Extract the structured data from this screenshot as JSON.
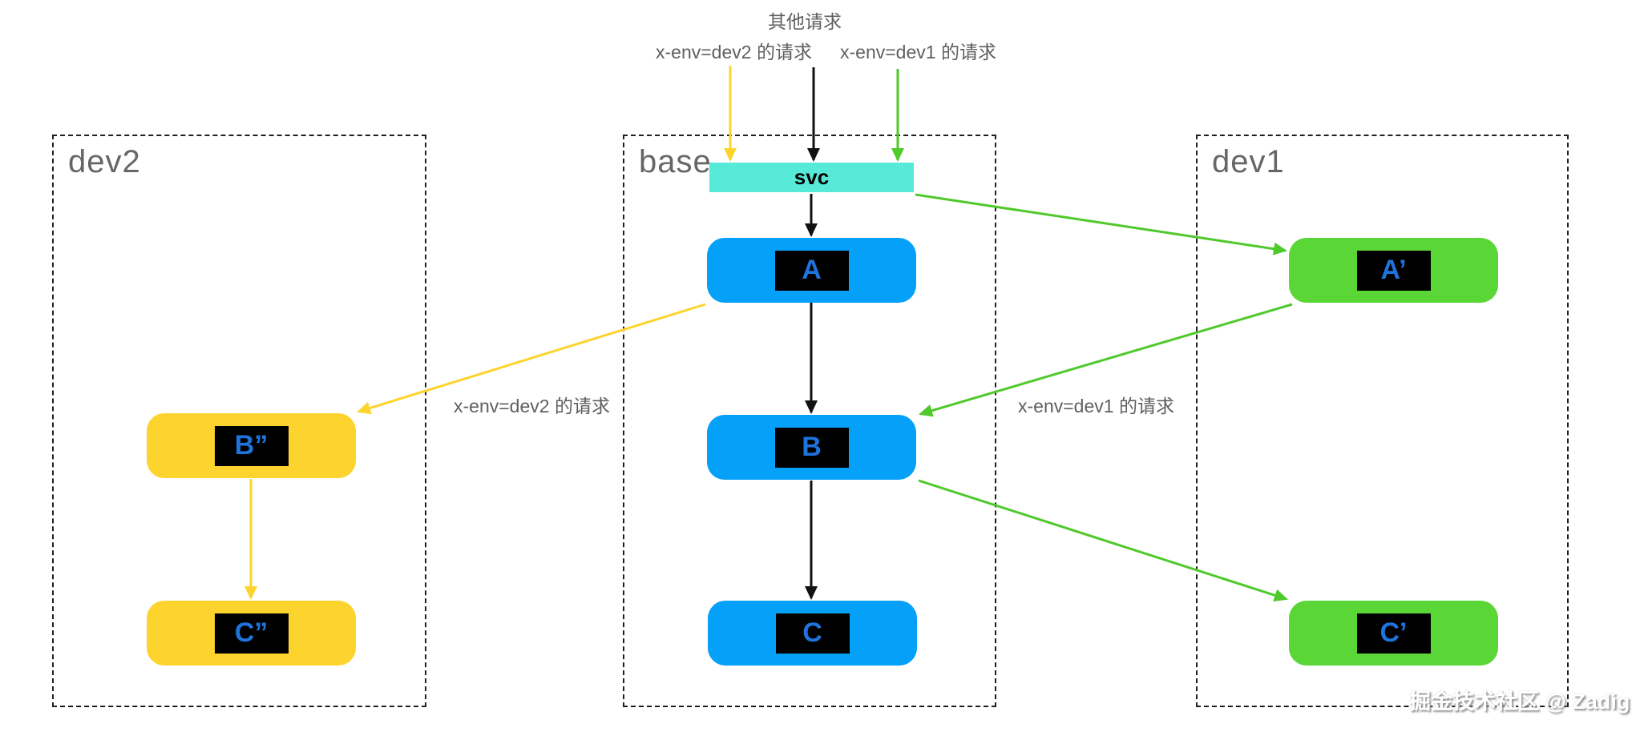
{
  "diagram": {
    "labels": {
      "other_requests": "其他请求",
      "dev2_request_top": "x-env=dev2 的请求",
      "dev1_request_top": "x-env=dev1 的请求",
      "dev2_request_mid": "x-env=dev2 的请求",
      "dev1_request_mid": "x-env=dev1 的请求"
    },
    "environments": {
      "dev2": {
        "label": "dev2"
      },
      "base": {
        "label": "base"
      },
      "dev1": {
        "label": "dev1"
      }
    },
    "nodes": {
      "svc": {
        "label": "svc"
      },
      "a": {
        "label": "A"
      },
      "b": {
        "label": "B"
      },
      "c": {
        "label": "C"
      },
      "a_prime": {
        "label": "A’"
      },
      "c_prime": {
        "label": "C’"
      },
      "b_double_prime": {
        "label": "B”"
      },
      "c_double_prime": {
        "label": "C”"
      }
    },
    "edges": [
      {
        "from": "x-env=dev2 请求",
        "to": "svc",
        "color": "yellow"
      },
      {
        "from": "其他请求",
        "to": "svc",
        "color": "black"
      },
      {
        "from": "x-env=dev1 请求",
        "to": "svc",
        "color": "green"
      },
      {
        "from": "svc",
        "to": "A",
        "color": "black"
      },
      {
        "from": "A",
        "to": "B",
        "color": "black"
      },
      {
        "from": "B",
        "to": "C",
        "color": "black"
      },
      {
        "from": "svc",
        "to": "A’",
        "color": "green"
      },
      {
        "from": "A’",
        "to": "B",
        "color": "green"
      },
      {
        "from": "B",
        "to": "C’",
        "color": "green"
      },
      {
        "from": "A",
        "to": "B”",
        "color": "yellow"
      },
      {
        "from": "B”",
        "to": "C”",
        "color": "yellow"
      }
    ],
    "watermark": "掘金技术社区 @ Zadig",
    "colors": {
      "base_node_blue": "#05A0F8",
      "dev2_node_yellow": "#FDD42E",
      "dev1_node_green": "#5BD637",
      "svc_cyan": "#57EAD9",
      "node_letter_blue": "#1E74DC",
      "node_tag_background": "#000000",
      "arrow_black": "#111111",
      "arrow_yellow": "#FDD42E",
      "arrow_green": "#4FC92B",
      "env_label_gray": "#666666",
      "annotation_gray": "#5f5f5f"
    }
  }
}
